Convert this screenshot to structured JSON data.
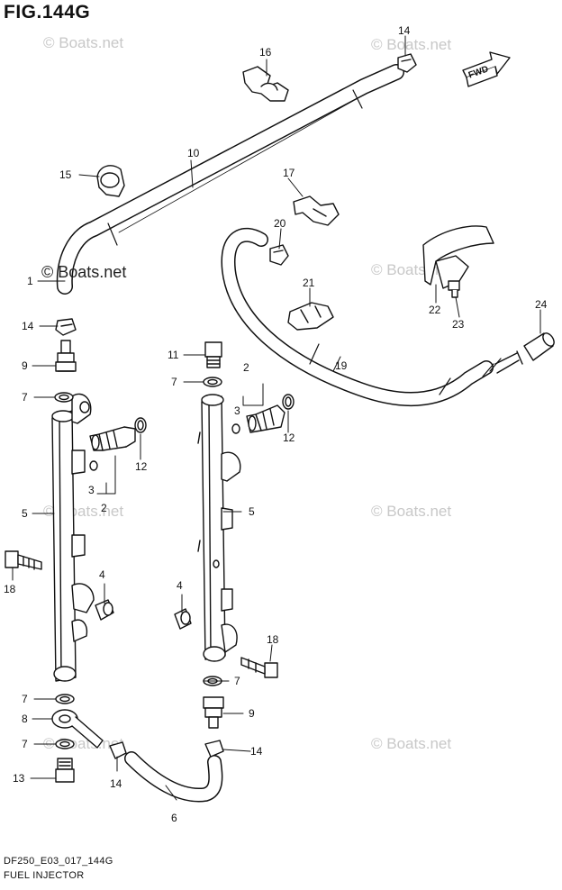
{
  "figure": {
    "title": "FIG.144G",
    "model_code": "DF250_E03_017_144G",
    "name": "FUEL INJECTOR",
    "fwd_label": "FWD"
  },
  "watermarks": {
    "light": "© Boats.net",
    "dark": "© Boats.net"
  },
  "callouts": [
    "1",
    "2",
    "3",
    "4",
    "5",
    "6",
    "7",
    "8",
    "9",
    "10",
    "11",
    "12",
    "13",
    "14",
    "15",
    "16",
    "17",
    "18",
    "19",
    "20",
    "21",
    "22",
    "23",
    "24"
  ],
  "colors": {
    "ink": "#111111",
    "watermark": "#c8c8c8",
    "paper": "#ffffff"
  }
}
